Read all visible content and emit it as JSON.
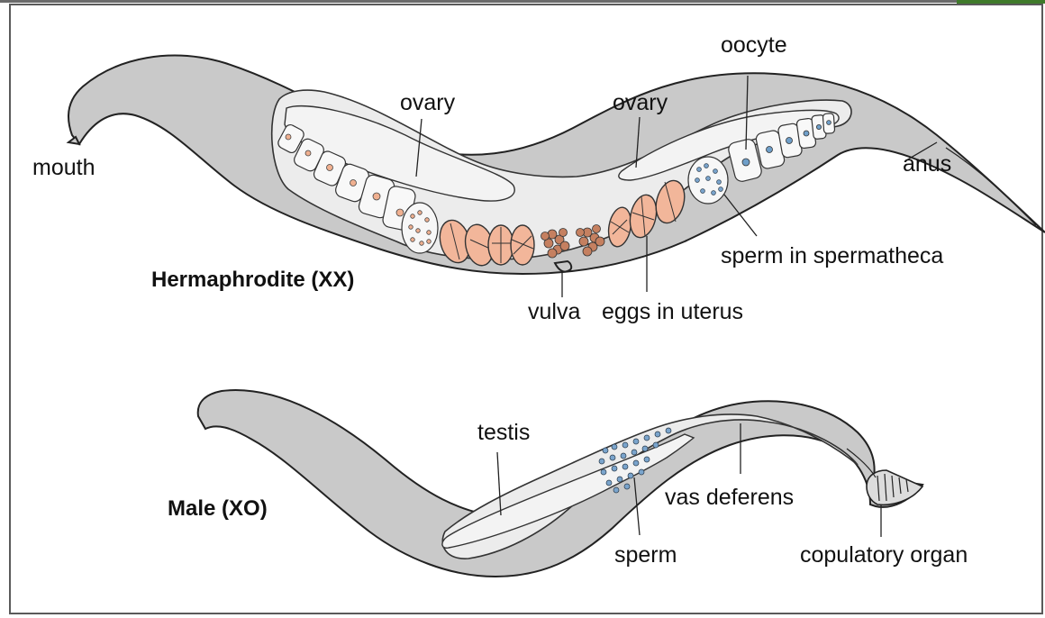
{
  "diagram": {
    "hermaphrodite": {
      "title": "Hermaphrodite (XX)",
      "labels": {
        "mouth": "mouth",
        "ovary_left": "ovary",
        "ovary_right": "ovary",
        "oocyte": "oocyte",
        "anus": "anus",
        "spermatheca": "sperm in spermatheca",
        "vulva": "vulva",
        "eggs": "eggs in uterus"
      }
    },
    "male": {
      "title": "Male (XO)",
      "labels": {
        "testis": "testis",
        "vas_deferens": "vas deferens",
        "sperm": "sperm",
        "copulatory_organ": "copulatory organ"
      }
    }
  },
  "colors": {
    "body_fill": "#c9c9c9",
    "inner_fill": "#ececec",
    "egg_fill": "#f2b69a",
    "sperm_fill": "#7aa4cc",
    "frame": "#5a5a5a",
    "accent_green": "#3f7a2a"
  }
}
